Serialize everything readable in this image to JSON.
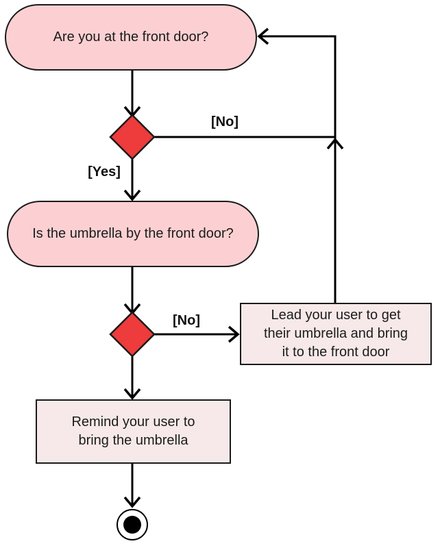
{
  "diagram": {
    "type": "flowchart",
    "nodes": {
      "front_door_question": {
        "label": "Are you at the front door?",
        "shape": "rounded-pill"
      },
      "umbrella_question": {
        "label": "Is the umbrella by the front door?",
        "shape": "rounded-pill"
      },
      "decision_1": {
        "shape": "diamond"
      },
      "decision_2": {
        "shape": "diamond"
      },
      "lead_action": {
        "shape": "rectangle",
        "lines": [
          "Lead your user to get",
          "their umbrella and bring",
          "it to the front door"
        ]
      },
      "remind_action": {
        "shape": "rectangle",
        "lines": [
          "Remind your user to",
          "bring the umbrella"
        ]
      },
      "end_node": {
        "shape": "final-state"
      }
    },
    "edge_labels": {
      "decision_1_no": "[No]",
      "decision_1_yes": "[Yes]",
      "decision_2_no": "[No]"
    },
    "colors": {
      "background": "#ffffff",
      "pill_fill": "#fcd0d2",
      "rect_fill": "#f7e9e9",
      "diamond_fill": "#ee3b3b",
      "border": "#1a1a1a",
      "line": "#000000",
      "text": "#1b1b1b"
    }
  }
}
